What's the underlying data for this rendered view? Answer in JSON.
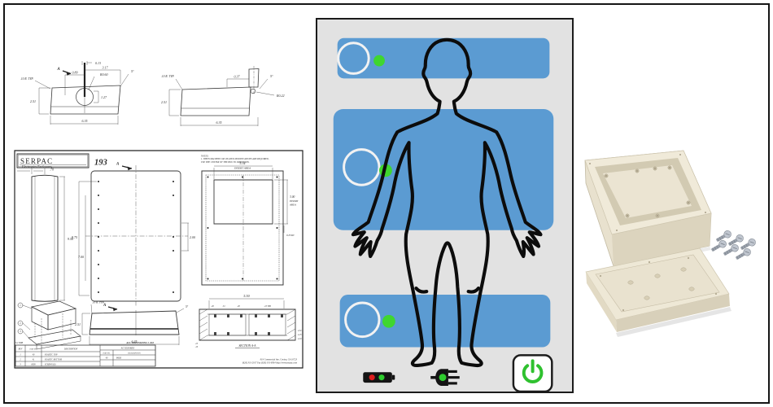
{
  "drawing": {
    "brand": "SERPAC",
    "brand_sub": "Electronics Enclosures",
    "model": "193",
    "sheet_no": "S-1746B",
    "tolerance": "ALL DIMENSIONS ± .010",
    "notes": [
      "NOTES:",
      "1. WHEN MACHINE OR I PLATED MODIFICATIONS ARE REQUIRED,",
      "    USE THE CENTER OF THE BOX TO DIMENSION."
    ],
    "detail_left": {
      "label_a": "A",
      "rtyp": ".10 R. TYP.",
      "d1": "0.13",
      "d2": "3.17",
      "d3": "0.89",
      "d4": "R0.60",
      "d5": "5°",
      "d6": "2.51",
      "d7": "1.27",
      "d8": "6.35"
    },
    "detail_right": {
      "rtyp": ".10 R. TYP.",
      "d1": "0.37",
      "d2": "5°",
      "d3": "2.51",
      "d4": "R0.22",
      "d5": "6.35"
    },
    "views": {
      "side_w": ".70",
      "side_h": "9.50",
      "front_h1": "8.75",
      "front_h2": "7.00",
      "front_p": "2.00",
      "front_a": "A",
      "insert_w": "5.34",
      "insert_area": "INSERT AREA",
      "insert_h": "3.00",
      "insert_l1": "INSERT",
      "insert_l2": "AREA",
      "insert_r": "0.3500",
      "profile_a": "A",
      "profile_rtyp": ".10 R. TYP.",
      "profile_h": "2.51",
      "profile_w": "6.35",
      "profile_ang": "5°",
      "section_w": "5.50",
      "section_d1": ".28",
      "section_d2": ".31",
      "section_d3": ".28",
      "section_d4": ".10 TYP.",
      "section_label": "SECTION A-A",
      "section_r1": "4.32",
      "section_r2": "4.25",
      "section_r3": "4.19",
      "section_l1": ".25",
      "section_l2": ".10"
    },
    "iso_markers": [
      "1",
      "2",
      "3"
    ],
    "table": {
      "h_rev": "REV",
      "h_part": "PART NO.",
      "h_desc": "DESCRIPTION",
      "h_acc": "ACCESSORIES",
      "acc_part": "PART NO.",
      "acc_desc": "DESCRIPTION",
      "rows": [
        [
          "1",
          "40",
          "PLASTIC TOP"
        ],
        [
          "2",
          "41",
          "PLASTIC BOTTOM"
        ],
        [
          "3",
          "6000",
          "SCREWS (6)"
        ]
      ],
      "acc_rows": [
        [
          "40",
          "PADS"
        ]
      ]
    },
    "address": [
      "919 Commercial Ave. Covina, CA 91723",
      "(626) 331-2917  Fax (626) 331-8564  http://www.serpac.com"
    ]
  },
  "device_panel": {
    "colors": {
      "background": "#e2e2e2",
      "border": "#1b1b1b",
      "bar": "#5b9bd2",
      "ring": "#f2f2f2",
      "led": "#3fd62f",
      "outline": "#0c0c0c",
      "power_glyph": "#2fc12f",
      "battery_red": "#dd1f1f",
      "battery_green": "#2ecc2e",
      "icon_black": "#141414"
    },
    "icons": [
      "sensor-button",
      "led-indicator",
      "body-outline",
      "battery-status-icon",
      "power-plug-icon",
      "power-button"
    ]
  },
  "photo_panel": {
    "colors": {
      "shell": "#f0ead9",
      "shell_shade": "#dcd4be",
      "shell_dark": "#d2cab2",
      "screw": "#b8bec7"
    },
    "items": [
      "enclosure-top-shell",
      "enclosure-bottom-shell",
      "screws"
    ]
  }
}
